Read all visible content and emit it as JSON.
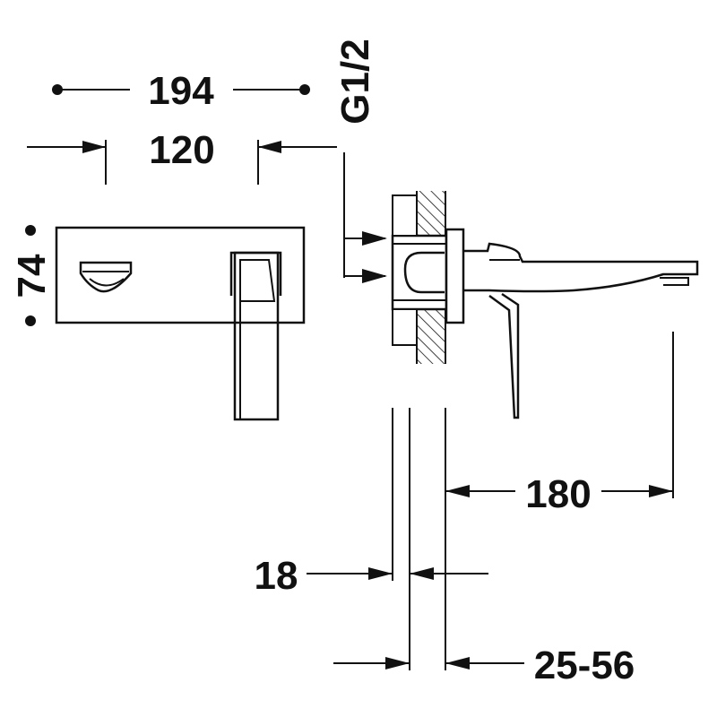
{
  "dimensions": {
    "overall_width": "194",
    "plate_width": "120",
    "plate_height": "74",
    "inlet_thread": "G1/2",
    "spout_projection": "180",
    "plate_thickness": "18",
    "wall_range": "25-56"
  },
  "colors": {
    "line": "#111111",
    "background": "#ffffff"
  }
}
